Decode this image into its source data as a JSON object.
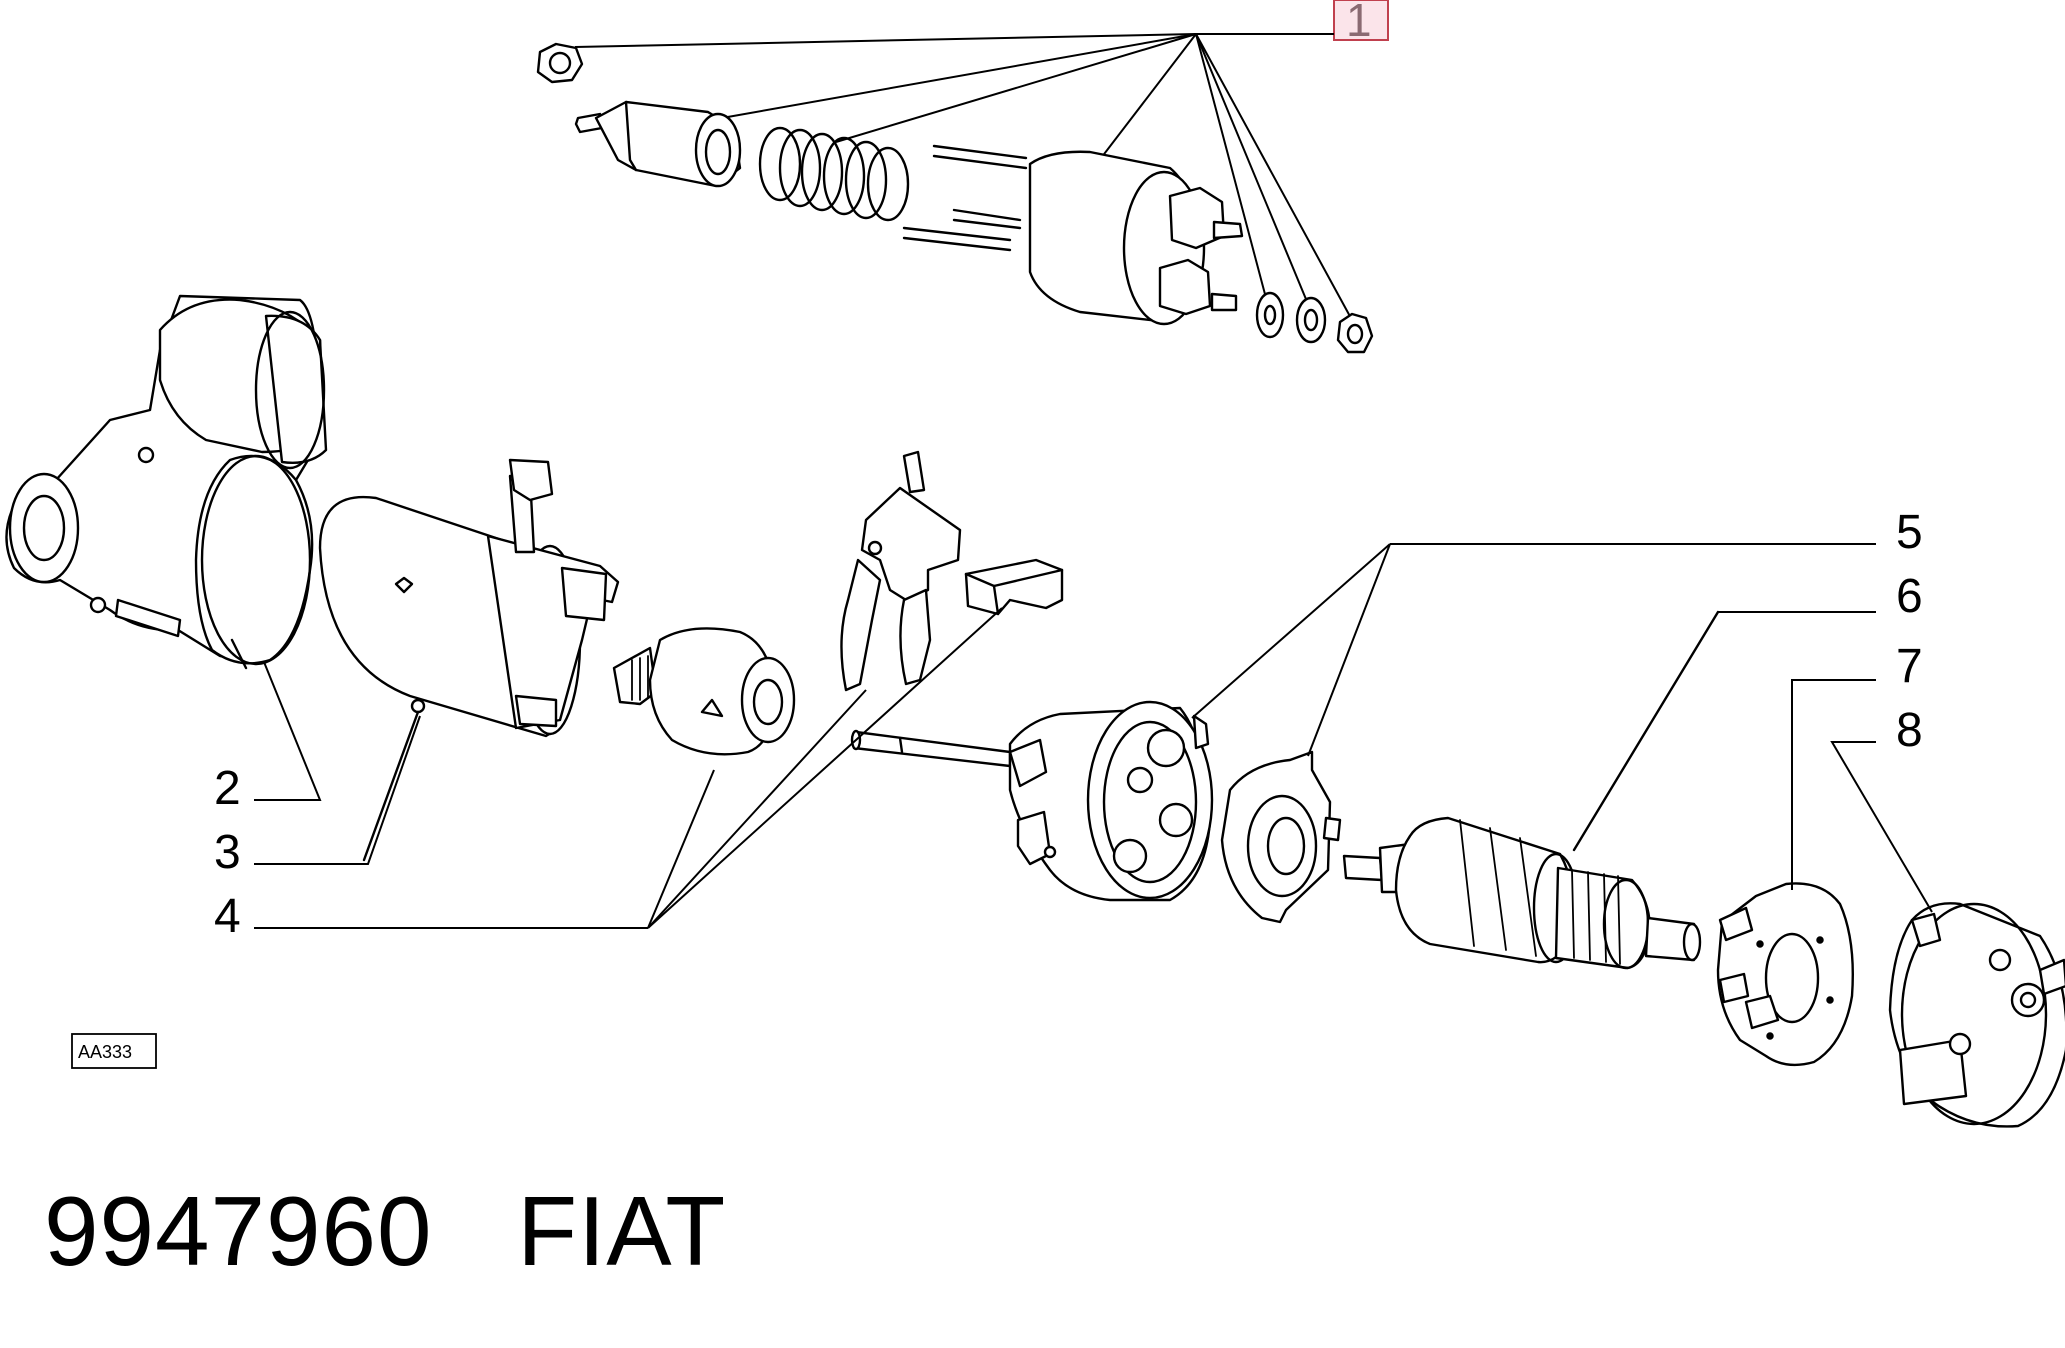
{
  "diagram": {
    "reference_code": "AA333",
    "part_number": "9947960",
    "brand": "FIAT",
    "callouts": {
      "c1": "1",
      "c2": "2",
      "c3": "3",
      "c4": "4",
      "c5": "5",
      "c6": "6",
      "c7": "7",
      "c8": "8"
    },
    "highlight_color": "#c0404e",
    "highlight_fill": "#fbe4ea"
  }
}
